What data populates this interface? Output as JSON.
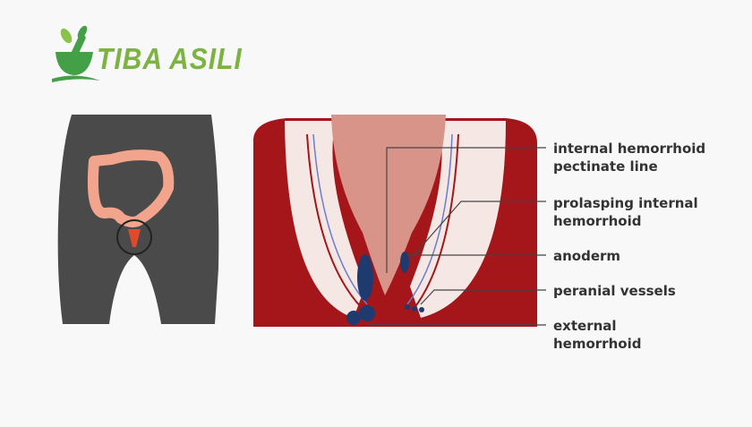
{
  "logo": {
    "text": "TIBA ASILI",
    "color": "#7cb342"
  },
  "labels": [
    {
      "line1": "internal hemorrhoid",
      "line2": "pectinate line"
    },
    {
      "line1": "prolasping internal",
      "line2": "hemorrhoid"
    },
    {
      "line1": "anoderm",
      "line2": ""
    },
    {
      "line1": "peranial vessels",
      "line2": ""
    },
    {
      "line1": "external",
      "line2": "hemorrhoid"
    }
  ],
  "colors": {
    "body": "#4a4a4a",
    "colon": "#f2a48c",
    "outer_tissue": "#a4161a",
    "inner_tissue": "#f3c9c2",
    "hemorrhoid": "#1f3a6e"
  }
}
